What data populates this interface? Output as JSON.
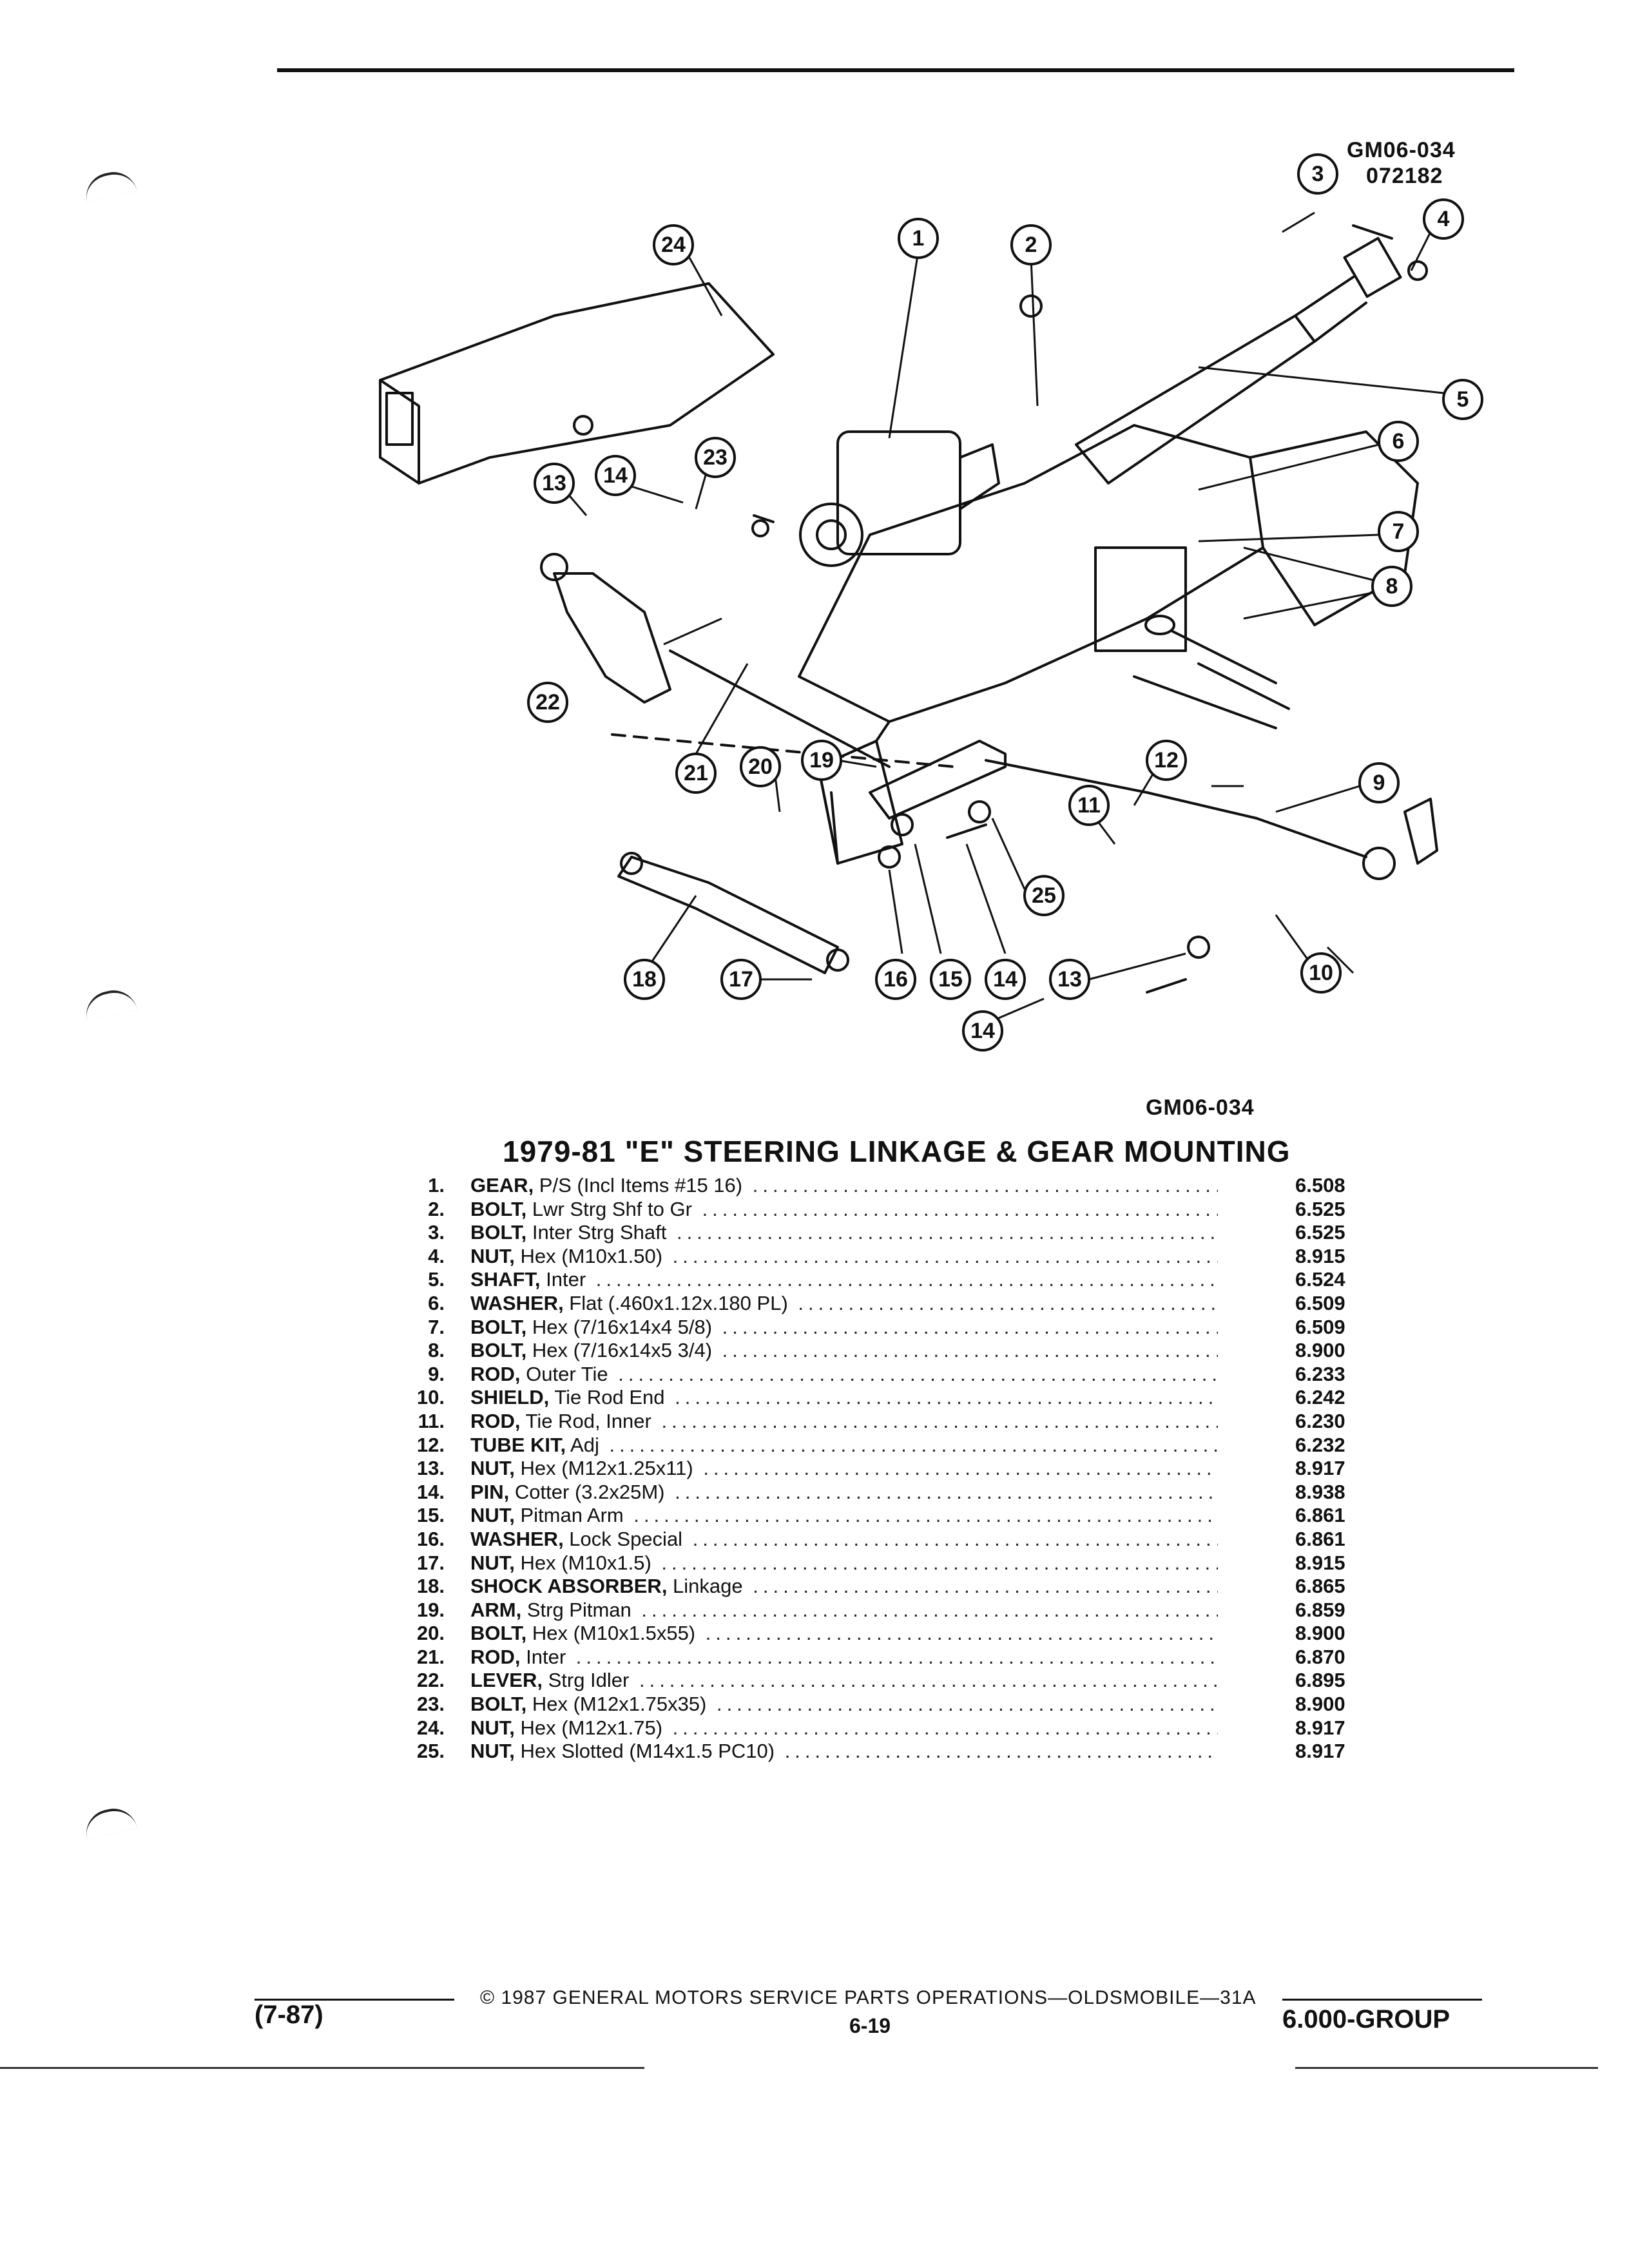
{
  "figure": {
    "id_top": "GM06-034",
    "date_code": "072182",
    "id_bottom": "GM06-034",
    "callouts": [
      "1",
      "2",
      "3",
      "4",
      "5",
      "6",
      "7",
      "8",
      "9",
      "10",
      "11",
      "12",
      "13",
      "14",
      "15",
      "16",
      "17",
      "18",
      "19",
      "20",
      "21",
      "22",
      "23",
      "24",
      "25"
    ]
  },
  "title": "1979-81 \"E\" STEERING LINKAGE & GEAR MOUNTING",
  "parts": [
    {
      "num": "1.",
      "name": "GEAR,",
      "detail": " P/S (Incl Items #15 16)",
      "value": "6.508"
    },
    {
      "num": "2.",
      "name": "BOLT,",
      "detail": " Lwr Strg Shf to Gr",
      "value": "6.525"
    },
    {
      "num": "3.",
      "name": "BOLT,",
      "detail": " Inter Strg Shaft",
      "value": "6.525"
    },
    {
      "num": "4.",
      "name": "NUT,",
      "detail": " Hex (M10x1.50)",
      "value": "8.915"
    },
    {
      "num": "5.",
      "name": "SHAFT,",
      "detail": " Inter",
      "value": "6.524"
    },
    {
      "num": "6.",
      "name": "WASHER,",
      "detail": " Flat (.460x1.12x.180 PL)",
      "value": "6.509"
    },
    {
      "num": "7.",
      "name": "BOLT,",
      "detail": " Hex (7/16x14x4 5/8)",
      "value": "6.509"
    },
    {
      "num": "8.",
      "name": "BOLT,",
      "detail": " Hex (7/16x14x5 3/4)",
      "value": "8.900"
    },
    {
      "num": "9.",
      "name": "ROD,",
      "detail": " Outer Tie",
      "value": "6.233"
    },
    {
      "num": "10.",
      "name": "SHIELD,",
      "detail": " Tie Rod End",
      "value": "6.242"
    },
    {
      "num": "11.",
      "name": "ROD,",
      "detail": " Tie Rod, Inner",
      "value": "6.230"
    },
    {
      "num": "12.",
      "name": "TUBE KIT,",
      "detail": " Adj",
      "value": "6.232"
    },
    {
      "num": "13.",
      "name": "NUT,",
      "detail": " Hex (M12x1.25x11)",
      "value": "8.917"
    },
    {
      "num": "14.",
      "name": "PIN,",
      "detail": " Cotter (3.2x25M)",
      "value": "8.938"
    },
    {
      "num": "15.",
      "name": "NUT,",
      "detail": " Pitman Arm",
      "value": "6.861"
    },
    {
      "num": "16.",
      "name": "WASHER,",
      "detail": " Lock Special",
      "value": "6.861"
    },
    {
      "num": "17.",
      "name": "NUT,",
      "detail": " Hex (M10x1.5)",
      "value": "8.915"
    },
    {
      "num": "18.",
      "name": "SHOCK ABSORBER,",
      "detail": " Linkage",
      "value": "6.865"
    },
    {
      "num": "19.",
      "name": "ARM,",
      "detail": " Strg Pitman",
      "value": "6.859"
    },
    {
      "num": "20.",
      "name": "BOLT,",
      "detail": " Hex (M10x1.5x55)",
      "value": "8.900"
    },
    {
      "num": "21.",
      "name": "ROD,",
      "detail": " Inter",
      "value": "6.870"
    },
    {
      "num": "22.",
      "name": "LEVER,",
      "detail": " Strg Idler",
      "value": "6.895"
    },
    {
      "num": "23.",
      "name": "BOLT,",
      "detail": " Hex (M12x1.75x35)",
      "value": "8.900"
    },
    {
      "num": "24.",
      "name": "NUT,",
      "detail": " Hex (M12x1.75)",
      "value": "8.917"
    },
    {
      "num": "25.",
      "name": "NUT,",
      "detail": " Hex Slotted (M14x1.5 PC10)",
      "value": "8.917"
    }
  ],
  "footer": {
    "revision": "(7-87)",
    "copyright": "© 1987 GENERAL MOTORS SERVICE PARTS OPERATIONS—OLDSMOBILE—31A",
    "page": "6-19",
    "group": "6.000-GROUP"
  }
}
